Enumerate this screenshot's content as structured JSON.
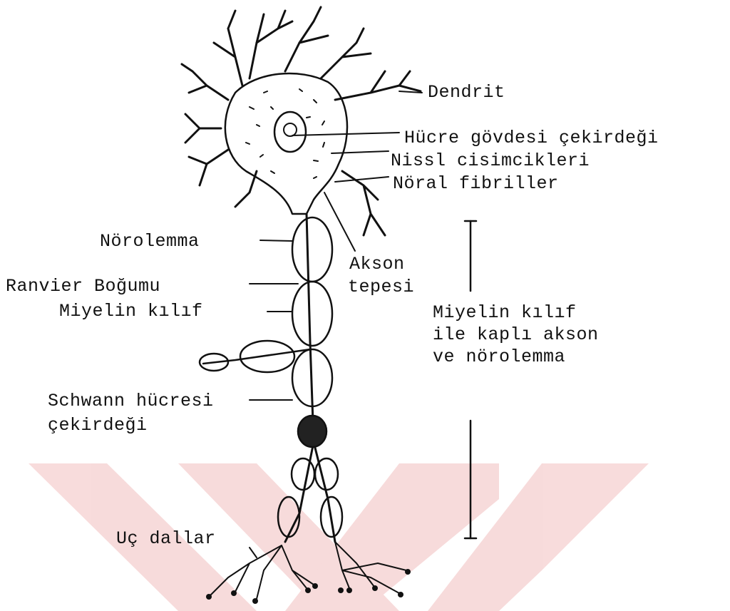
{
  "diagram": {
    "labels": {
      "dendrit": "Dendrit",
      "hucre_govdesi": "Hücre gövdesi çekirdeği",
      "nissl": "Nissl cisimcikleri",
      "noral": "Nöral fibriller",
      "norolemma": "Nörolemma",
      "ranvier": "Ranvier Boğumu",
      "miyelin": "Miyelin kılıf",
      "akson": "Akson",
      "tepesi": "tepesi",
      "miyelin_aks_1": "Miyelin kılıf",
      "miyelin_aks_2": "ile kaplı akson",
      "miyelin_aks_3": "ve nörolemma",
      "schwann_1": "Schwann hücresi",
      "schwann_2": "çekirdeği",
      "uc_dallar": "Uç dallar"
    },
    "colors": {
      "ink": "#111111",
      "watermark": "#f6d3d3"
    }
  }
}
